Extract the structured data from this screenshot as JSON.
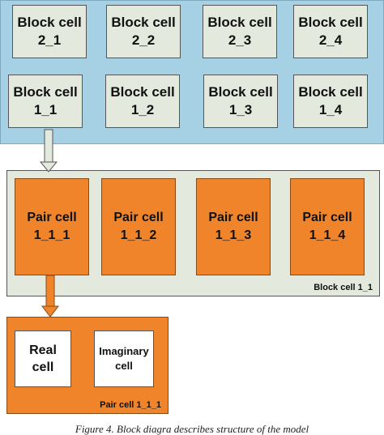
{
  "block_cells": [
    {
      "line1": "Block cell",
      "line2": "2_1"
    },
    {
      "line1": "Block cell",
      "line2": "2_2"
    },
    {
      "line1": "Block cell",
      "line2": "2_3"
    },
    {
      "line1": "Block cell",
      "line2": "2_4"
    },
    {
      "line1": "Block cell",
      "line2": "1_1"
    },
    {
      "line1": "Block cell",
      "line2": "1_2"
    },
    {
      "line1": "Block cell",
      "line2": "1_3"
    },
    {
      "line1": "Block cell",
      "line2": "1_4"
    }
  ],
  "block_panel_label": "Block cell 1_1",
  "pair_cells": [
    {
      "line1": "Pair cell",
      "line2": "1_1_1"
    },
    {
      "line1": "Pair cell",
      "line2": "1_1_2"
    },
    {
      "line1": "Pair cell",
      "line2": "1_1_3"
    },
    {
      "line1": "Pair cell",
      "line2": "1_1_4"
    }
  ],
  "pair_panel_label": "Pair cell 1_1_1",
  "real_cell": {
    "line1": "Real",
    "line2": "cell"
  },
  "imaginary_cell": {
    "line1": "Imaginary",
    "line2": "cell"
  },
  "caption": "Figure 4.  Block diagra describes structure of the model"
}
